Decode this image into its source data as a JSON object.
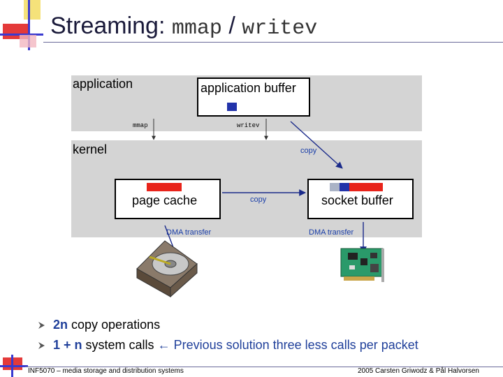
{
  "title": {
    "text": "Streaming: ",
    "mono_a": "mmap",
    "sep": " / ",
    "mono_b": "writev"
  },
  "diagram": {
    "application_label": "application",
    "app_buffer_label": "application buffer",
    "mmap_label": "mmap",
    "writev_label": "writev",
    "kernel_label": "kernel",
    "copy_top": "copy",
    "copy_mid": "copy",
    "page_cache_label": "page cache",
    "socket_buffer_label": "socket buffer",
    "dma_left": "DMA transfer",
    "dma_right": "DMA transfer",
    "colors": {
      "band": "#d4d4d4",
      "red": "#e8231a",
      "blue": "#2233aa",
      "arrow": "#1a2a8a"
    }
  },
  "bullets": [
    {
      "bold": "2n",
      "rest": " copy operations"
    },
    {
      "bold": "1 + n",
      "rest": " system calls ",
      "arrow_text": "← Previous solution three less calls per packet"
    }
  ],
  "footer": {
    "left": "INF5070 – media storage and distribution systems",
    "right": "2005  Carsten Griwodz & Pål Halvorsen"
  }
}
